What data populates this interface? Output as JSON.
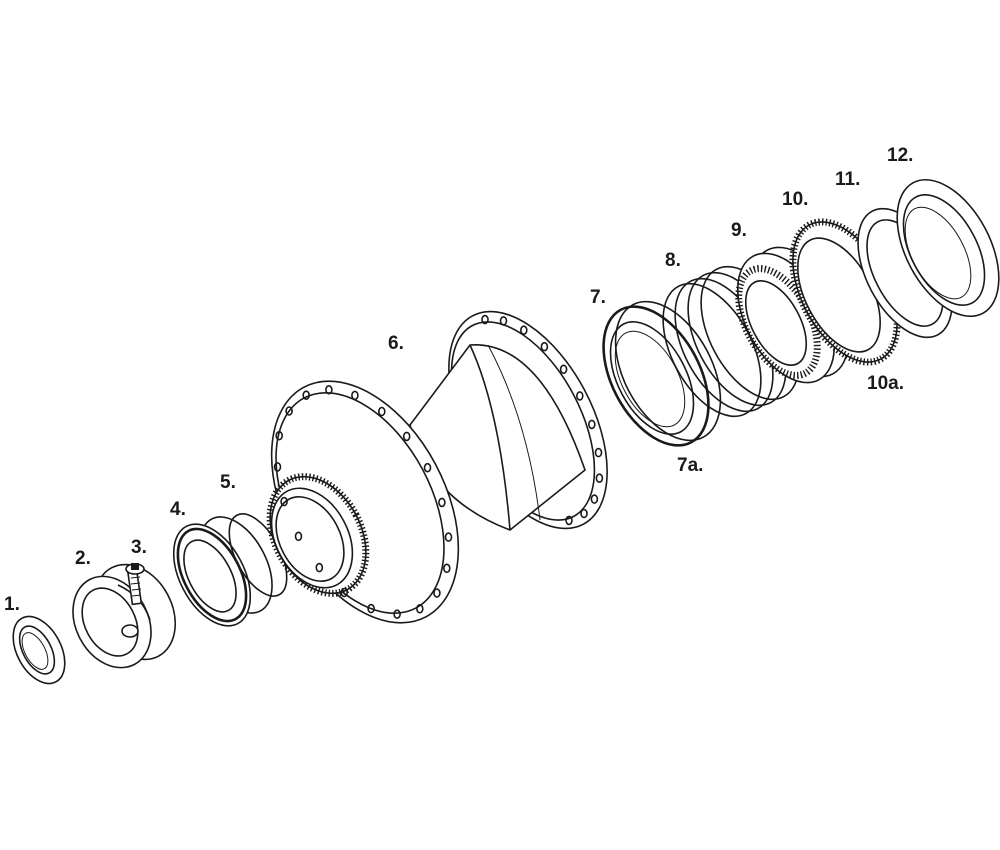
{
  "labels": {
    "p1": "1.",
    "p2": "2.",
    "p3": "3.",
    "p4": "4.",
    "p5": "5.",
    "p6": "6.",
    "p7": "7.",
    "p7a": "7a.",
    "p8": "8.",
    "p9": "9.",
    "p10": "10.",
    "p10a": "10a.",
    "p11": "11.",
    "p12": "12."
  }
}
